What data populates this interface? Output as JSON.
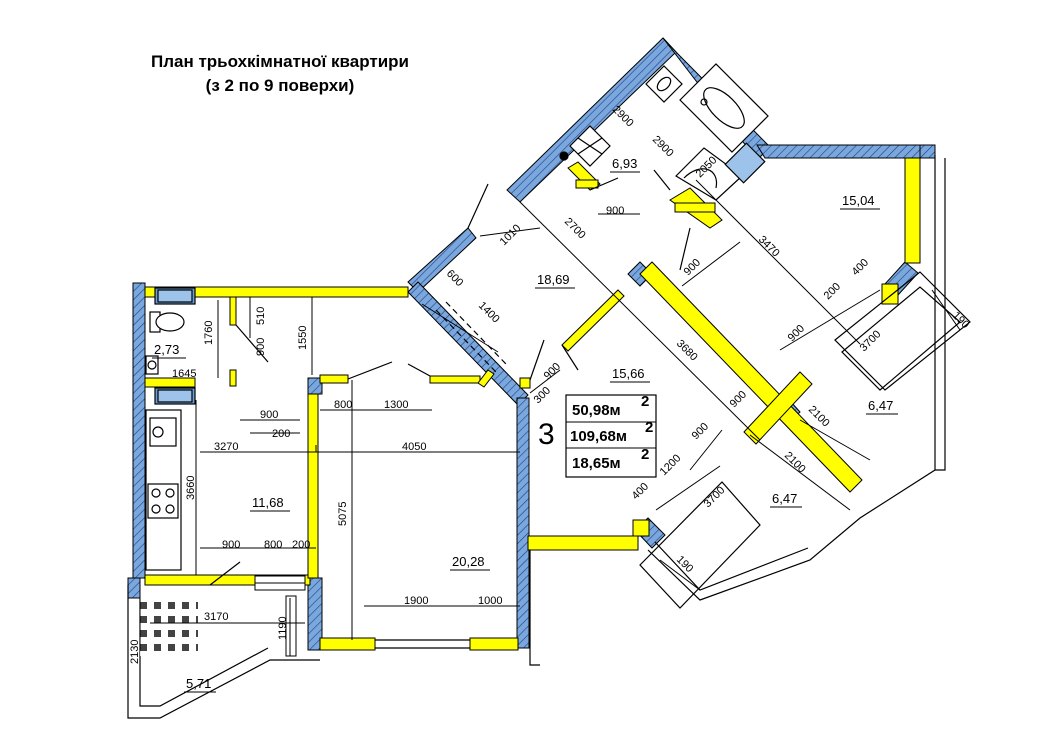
{
  "title": {
    "line1": "План трьохкімнатної квартири",
    "line2": "(з 2 по 9 поверхи)"
  },
  "apartment": {
    "number": "3",
    "living_area": "50,98м",
    "total_area": "109,68м",
    "kitchen_area": "18,65м",
    "unit_sup": "2"
  },
  "room_areas": {
    "bathroom": "6,93",
    "room_top_right": "15,04",
    "hall": "18,69",
    "corridor": "15,66",
    "wc": "2,73",
    "kitchen": "11,68",
    "living_room": "20,28",
    "balcony_left": "5,71",
    "balcony_right_top": "6,47",
    "balcony_right_bottom": "6,47"
  },
  "dimensions": {
    "d2900a": "2900",
    "d2900b": "2900",
    "d2050": "2050",
    "d900_bath": "900",
    "d1010": "1010",
    "d2700": "2700",
    "d3470": "3470",
    "d900_door": "900",
    "d600": "600",
    "d1400": "1400",
    "d400a": "400",
    "d200a": "200",
    "d190a": "190",
    "d900_r": "900",
    "d3700a": "3700",
    "d3680": "3680",
    "d900_c": "900",
    "d300": "300",
    "d900_e": "900",
    "d2100a": "2100",
    "d2100b": "2100",
    "d1200": "1200",
    "d400b": "400",
    "d3700b": "3700",
    "d190b": "190",
    "d1760": "1760",
    "d510": "510",
    "d900_wc": "900",
    "d1550": "1550",
    "d1645": "1645",
    "d800a": "800",
    "d1300": "1300",
    "d900_k": "900",
    "d200b": "200",
    "d3270": "3270",
    "d4050": "4050",
    "d3660": "3660",
    "d5075": "5075",
    "d900_b": "900",
    "d800b": "800",
    "d200c": "200",
    "d3170": "3170",
    "d1190": "1190",
    "d2130": "2130",
    "d1900": "1900",
    "d1000": "1000"
  },
  "colors": {
    "wall_blue": "#6f9fd8",
    "partition_yellow": "#ffff00",
    "outline": "#000000"
  }
}
